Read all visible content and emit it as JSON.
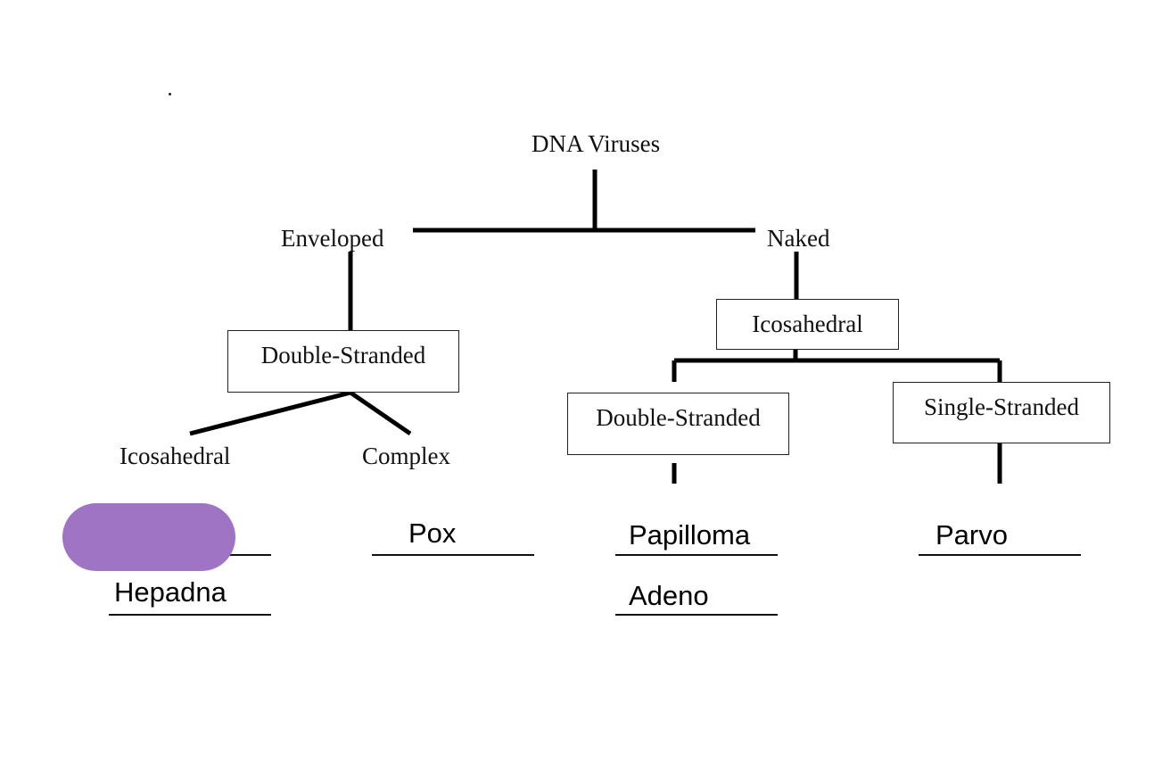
{
  "diagram": {
    "root": "DNA Viruses",
    "branches": {
      "enveloped": {
        "label": "Enveloped",
        "strand_box": "Double-Stranded",
        "children": [
          "Icosahedral",
          "Complex"
        ]
      },
      "naked": {
        "label": "Naked",
        "capsid_box": "Icosahedral",
        "strand_boxes": [
          "Double-Stranded",
          "Single-Stranded"
        ]
      }
    }
  },
  "answers": {
    "enveloped_icosahedral": [
      "",
      "Hepadna"
    ],
    "enveloped_complex": [
      "Pox"
    ],
    "naked_double_stranded": [
      "Papilloma",
      "Adeno"
    ],
    "naked_single_stranded": [
      "Parvo"
    ]
  },
  "overlay": {
    "cover_color": "#a074c4",
    "hidden_answer": "covered"
  }
}
